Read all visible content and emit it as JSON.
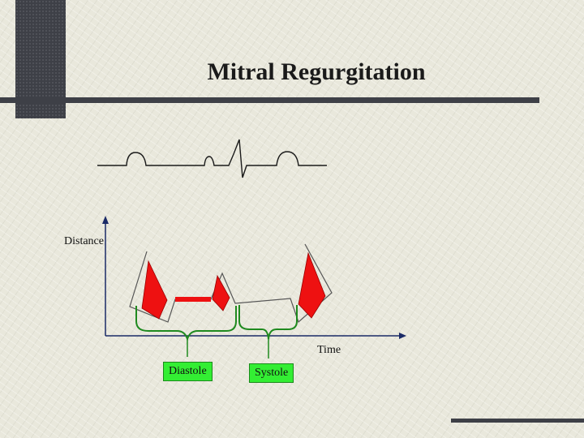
{
  "slide": {
    "title": "Mitral Regurgitation"
  },
  "axes": {
    "y_label": "Distance",
    "x_label": "Time"
  },
  "phases": {
    "diastole": "Diastole",
    "systole": "Systole"
  },
  "colors": {
    "regurgitant_jet": "#ee1111",
    "bracket": "#1f8a1f",
    "phase_box": "#33ee33",
    "ink": "#1a1a1a",
    "dark_bar": "#3e4047"
  }
}
